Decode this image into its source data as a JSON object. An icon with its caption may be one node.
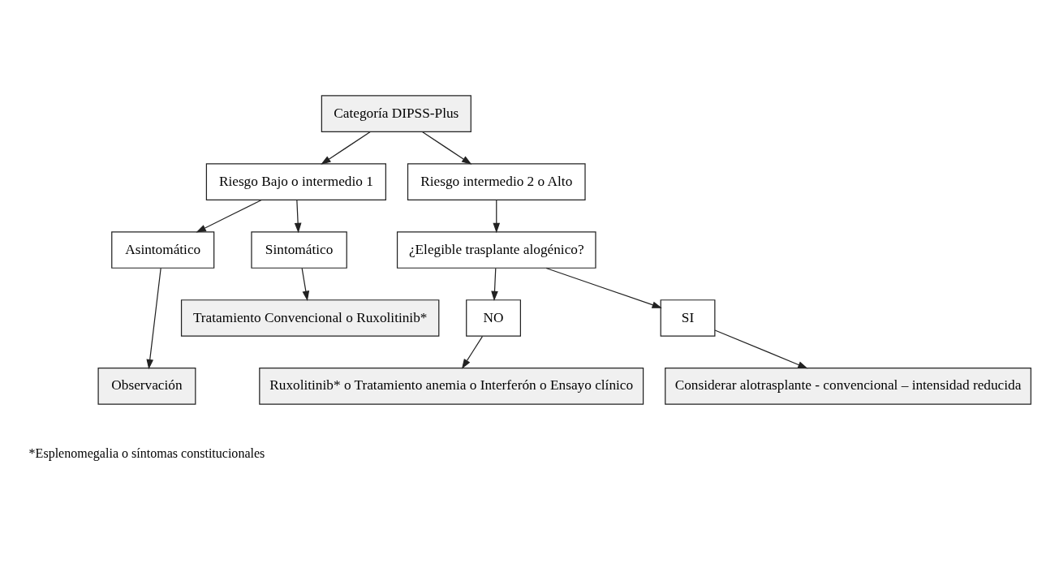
{
  "diagram": {
    "nodes": [
      {
        "text": [
          "Categoría DIPSS-Plus"
        ]
      },
      {
        "text": [
          "Riesgo Bajo o intermedio 1"
        ]
      },
      {
        "text": [
          "Riesgo intermedio 2 o Alto"
        ]
      },
      {
        "text": [
          "Asintomático"
        ]
      },
      {
        "text": [
          "Sintomático"
        ]
      },
      {
        "text": [
          "¿Elegible trasplante alogénico?"
        ]
      },
      {
        "text": [
          "Observación"
        ]
      },
      {
        "text": [
          "Tratamiento Convencional o Ruxolitinib*"
        ]
      },
      {
        "text": [
          "NO"
        ]
      },
      {
        "text": [
          "SI"
        ]
      },
      {
        "text": [
          "Ruxolitinib* o Tratamiento anemia o Interferón o Ensayo clínico"
        ]
      },
      {
        "text": [
          "Considerar alotrasplante - convencional – intensidad reducida"
        ]
      }
    ],
    "edges": [
      {
        "from": 0,
        "to": 1,
        "arrow": "to"
      },
      {
        "from": 0,
        "to": 2,
        "arrow": "to"
      },
      {
        "from": 1,
        "to": 3,
        "arrow": "to"
      },
      {
        "from": 1,
        "to": 4,
        "arrow": "to"
      },
      {
        "from": 2,
        "to": 5,
        "arrow": "to"
      },
      {
        "from": 3,
        "to": 6,
        "arrow": "to"
      },
      {
        "from": 4,
        "to": 7,
        "arrow": "to"
      },
      {
        "from": 5,
        "to": 8,
        "arrow": "to"
      },
      {
        "from": 5,
        "to": 9,
        "arrow": "to"
      },
      {
        "from": 8,
        "to": 10,
        "arrow": "to"
      },
      {
        "from": 9,
        "to": 11,
        "arrow": "to"
      }
    ],
    "labels": [
      "*Esplenomegalia o síntomas constitucionales"
    ]
  }
}
